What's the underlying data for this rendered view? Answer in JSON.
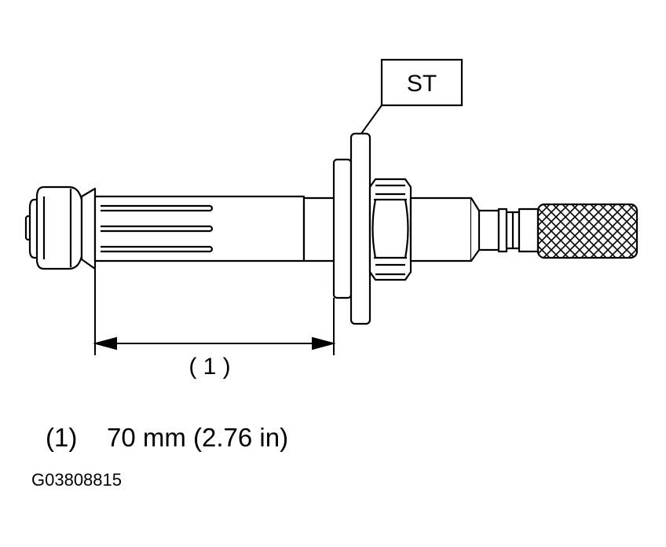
{
  "tool_label": "ST",
  "dimension_label": "( 1 )",
  "legend": {
    "number": "(1)",
    "value": "70 mm (2.76 in)"
  },
  "figure_id": "G03808815",
  "colors": {
    "line": "#000000",
    "background": "#ffffff"
  }
}
